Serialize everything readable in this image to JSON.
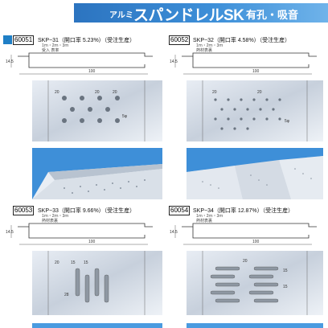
{
  "header": {
    "sub": "アルミ",
    "main": "スパンドレルSK",
    "tail": "有孔・吸音"
  },
  "products": [
    {
      "code": "60051",
      "title": "SKP−31（開口率 5.23%）（受注生産）",
      "sizes": "1ｍ・2ｍ・3ｍ",
      "note": "受入 表率",
      "dim_width": "100",
      "dim_height": "14.5",
      "labels": [
        "20",
        "20",
        "20",
        "5φ"
      ]
    },
    {
      "code": "60052",
      "title": "SKP−32（開口率 4.58%）（受注生産）",
      "sizes": "1ｍ・2ｍ・3ｍ",
      "note": "熱材表裏",
      "dim_width": "100",
      "dim_height": "14.5",
      "labels": [
        "20",
        "20",
        "5φ"
      ]
    },
    {
      "code": "60053",
      "title": "SKP−33（開口率 9.66%）（受注生産）",
      "sizes": "1ｍ・2ｍ・3ｍ",
      "note": "熱材表裏",
      "dim_width": "100",
      "dim_height": "14.5",
      "labels": [
        "20",
        "15",
        "15",
        "28"
      ]
    },
    {
      "code": "60054",
      "title": "SKP−34（開口率 12.87%）（受注生産）",
      "sizes": "1ｍ・2ｍ・3ｍ",
      "note": "熱材表裏",
      "dim_width": "100",
      "dim_height": "14.5",
      "labels": [
        "20",
        "15",
        "15"
      ]
    }
  ]
}
